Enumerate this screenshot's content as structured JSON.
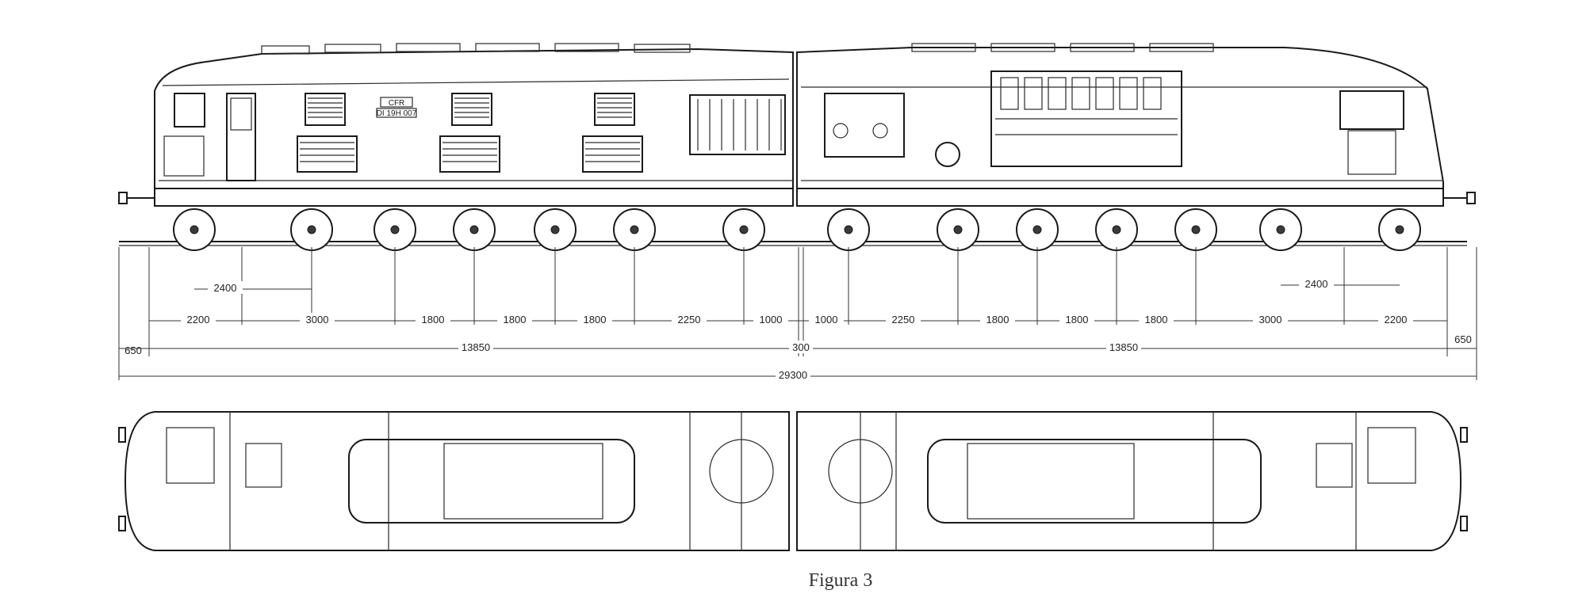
{
  "figure": {
    "caption": "Figura 3",
    "side_view": {
      "cab_plate": "CFR",
      "cab_number": "DI 19H 007"
    },
    "dimensions": {
      "upper_row": [
        "2400",
        "2400"
      ],
      "middle_row": [
        "2200",
        "3000",
        "1800",
        "1800",
        "1800",
        "2250",
        "1000",
        "1000",
        "2250",
        "1800",
        "1800",
        "1800",
        "3000",
        "2200"
      ],
      "lower_row": [
        "650",
        "13850",
        "300",
        "13850",
        "650"
      ],
      "overall": "29300"
    }
  }
}
